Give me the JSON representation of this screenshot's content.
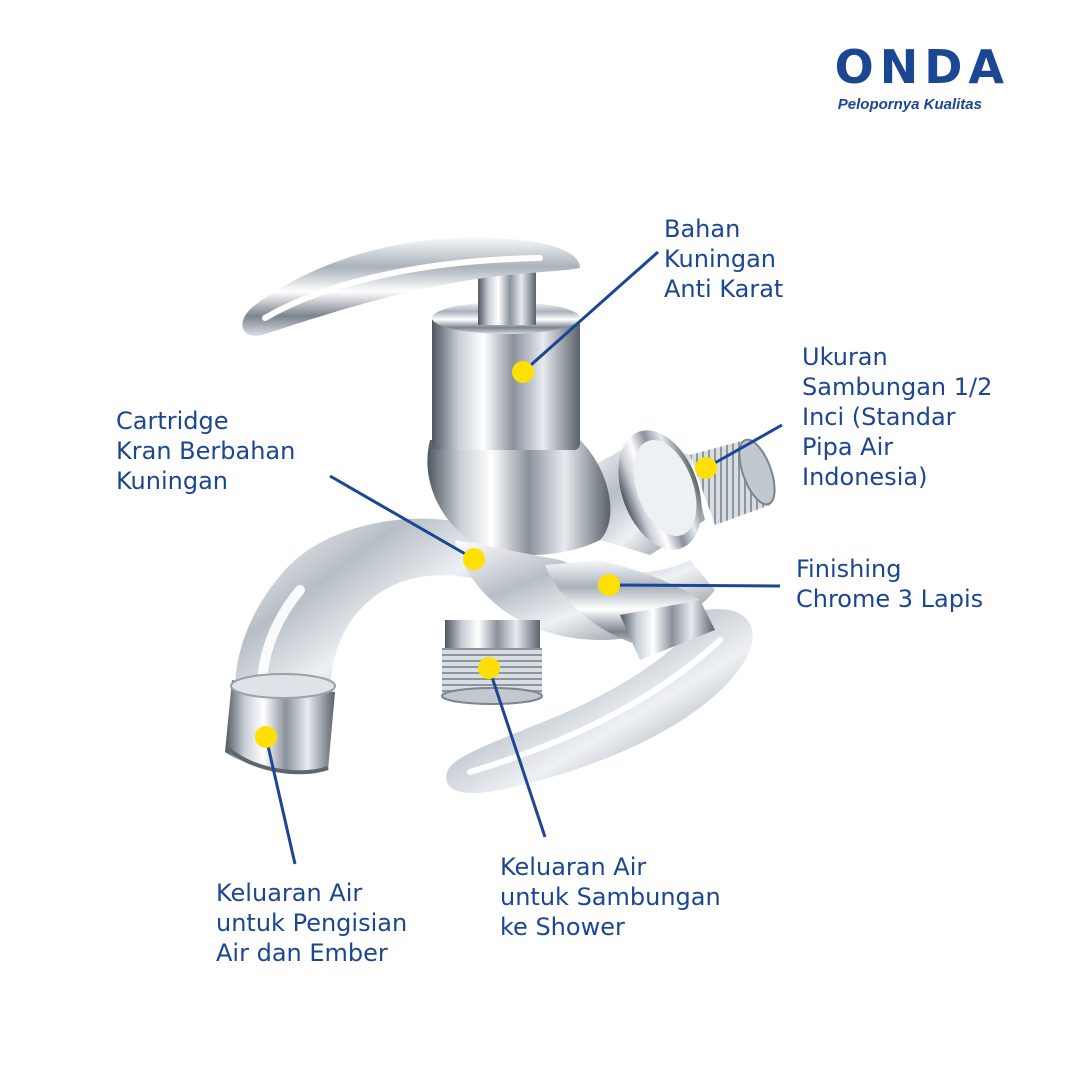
{
  "brand": {
    "name": "ONDA",
    "tagline": "Pelopornya Kualitas",
    "color": "#1b4693"
  },
  "colors": {
    "label_text": "#1b4693",
    "leader_line": "#1b4693",
    "marker_dot": "#ffe000",
    "chrome_dark": "#5e6670",
    "chrome_light": "#f4f6f8"
  },
  "product": {
    "type": "two-way tap (kran cabang)",
    "icon": "faucet-icon"
  },
  "callouts": [
    {
      "id": "material",
      "text": "Bahan\nKuningan\nAnti Karat"
    },
    {
      "id": "connection-size",
      "text": "Ukuran\nSambungan 1/2\nInci (Standar\nPipa Air\nIndonesia)"
    },
    {
      "id": "cartridge",
      "text": "Cartridge\nKran Berbahan\nKuningan"
    },
    {
      "id": "finishing",
      "text": "Finishing\nChrome 3 Lapis"
    },
    {
      "id": "outlet-bucket",
      "text": "Keluaran Air\nuntuk Pengisian\nAir dan Ember"
    },
    {
      "id": "outlet-shower",
      "text": "Keluaran Air\nuntuk Sambungan\nke Shower"
    }
  ]
}
